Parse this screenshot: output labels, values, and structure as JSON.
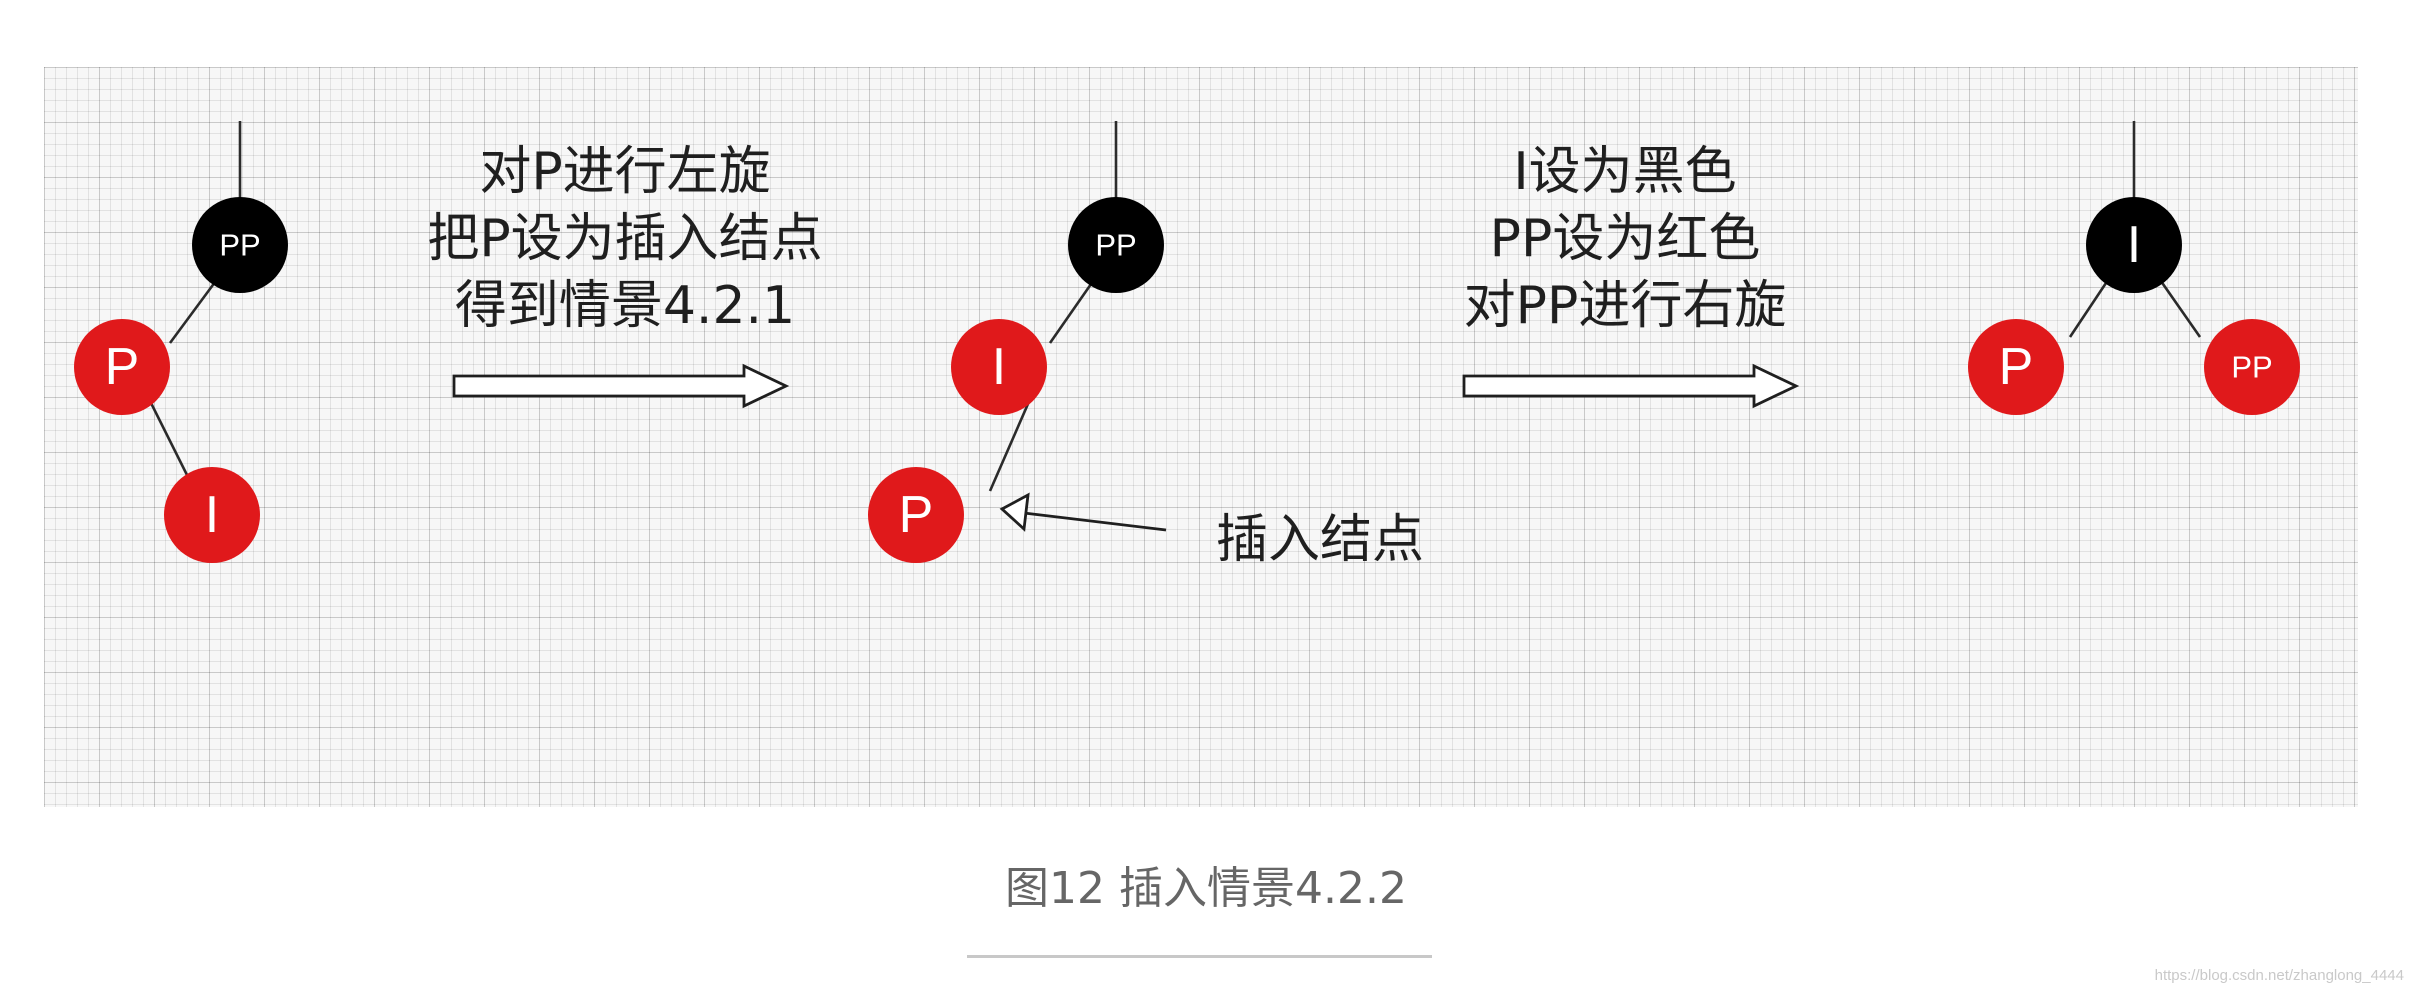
{
  "colors": {
    "red_node": "#e0191b",
    "black_node": "#000000",
    "grid_bg": "#f7f7f7"
  },
  "stage1": {
    "pp": "PP",
    "p": "P",
    "i": "I"
  },
  "step1": {
    "line1": "对P进行左旋",
    "line2": "把P设为插入结点",
    "line3": "得到情景4.2.1"
  },
  "stage2": {
    "pp": "PP",
    "i": "I",
    "p": "P",
    "insert_label": "插入结点"
  },
  "step2": {
    "line1": "I设为黑色",
    "line2": "PP设为红色",
    "line3": "对PP进行右旋"
  },
  "stage3": {
    "i": "I",
    "p": "P",
    "pp": "PP"
  },
  "caption": "图12 插入情景4.2.2",
  "watermark": "https://blog.csdn.net/zhanglong_4444"
}
